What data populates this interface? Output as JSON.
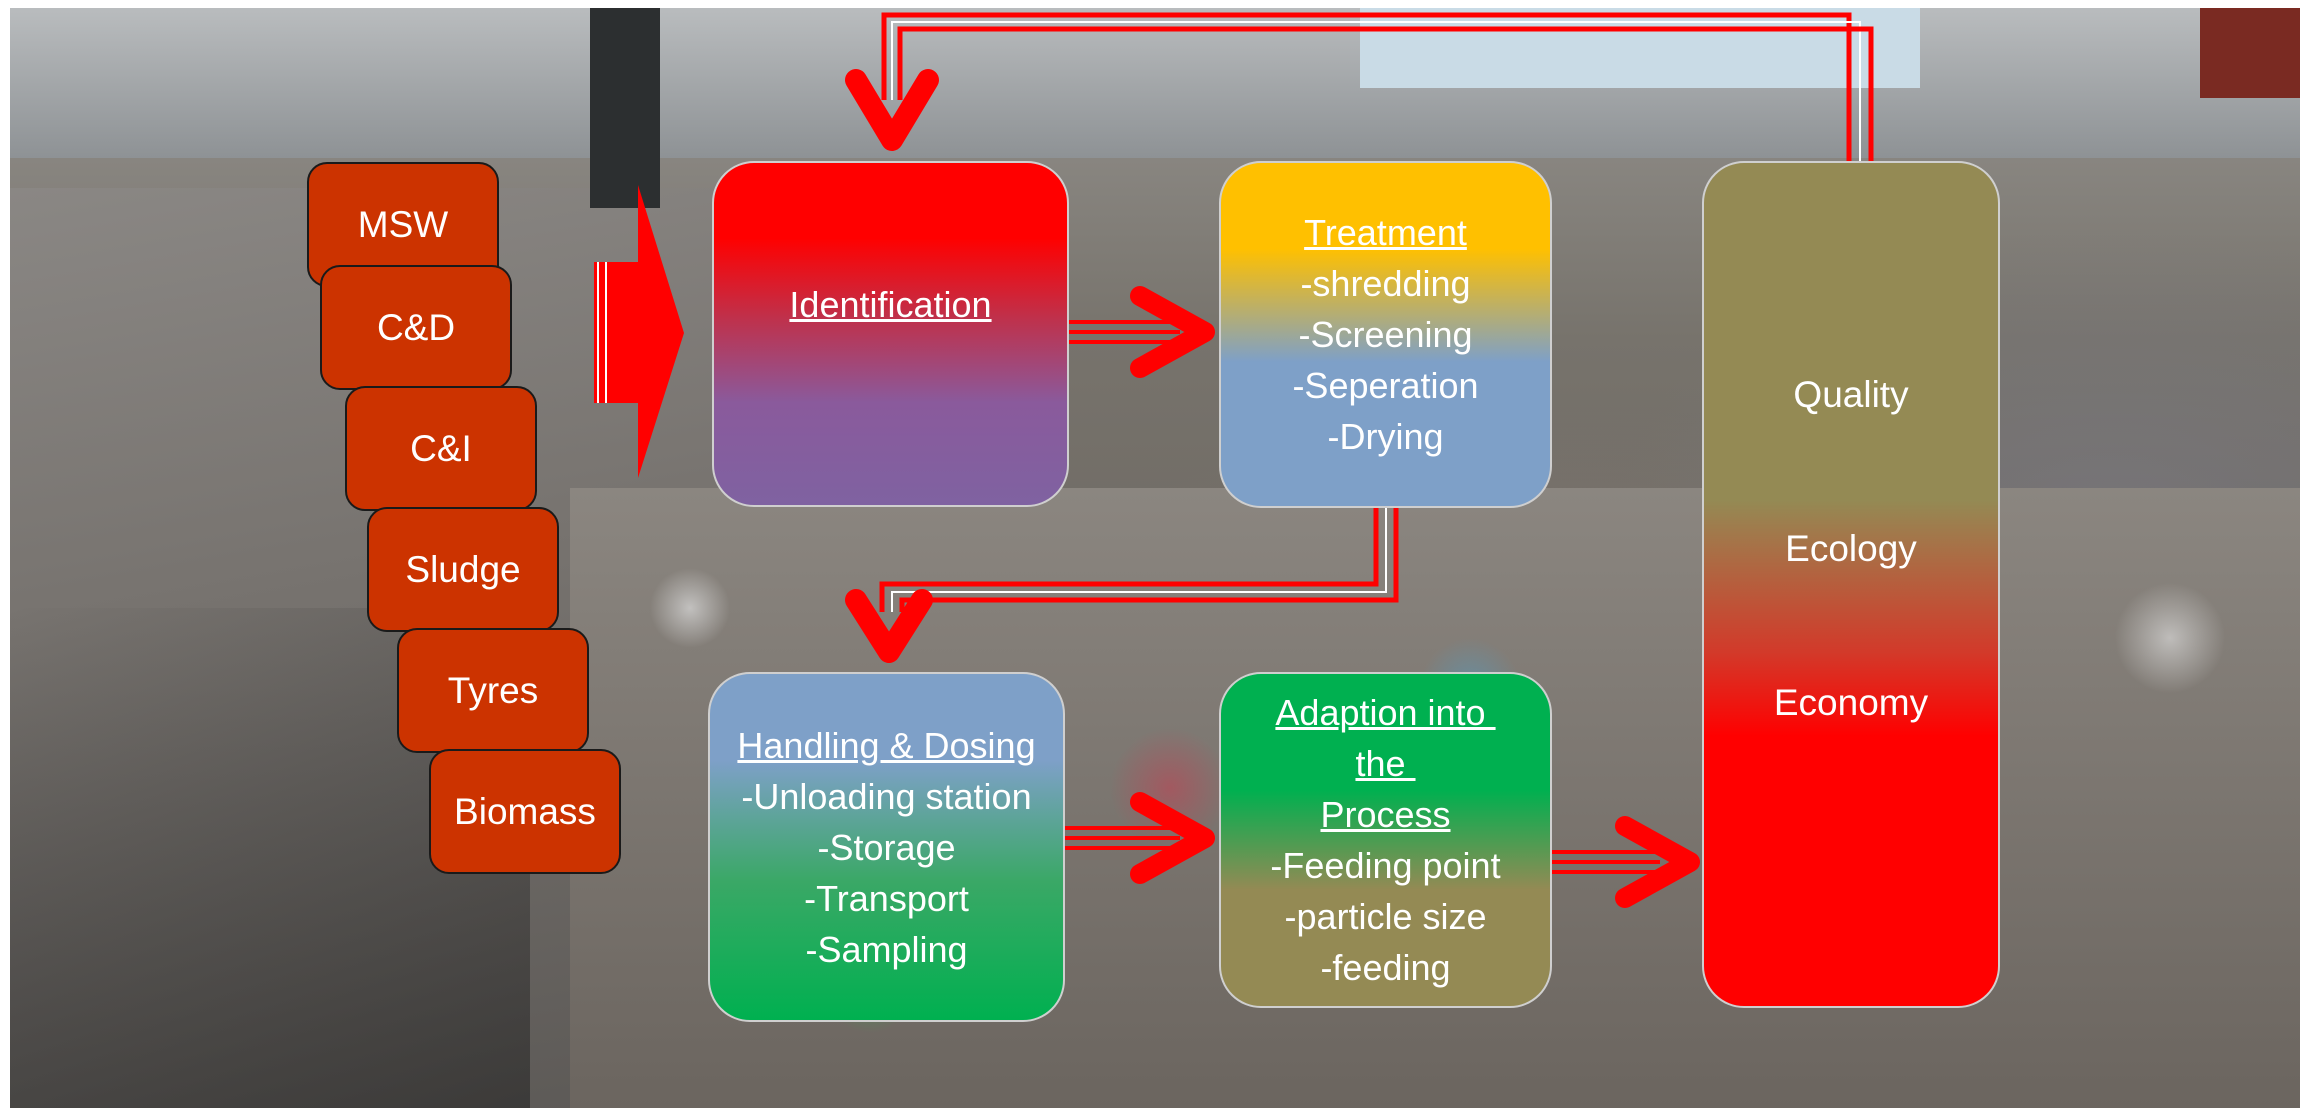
{
  "sources": [
    "MSW",
    "C&D",
    "C&I",
    "Sludge",
    "Tyres",
    "Biomass"
  ],
  "identification": {
    "title": "Identification"
  },
  "treatment": {
    "title": "Treatment",
    "items": [
      "-shredding",
      "-Screening",
      "-Seperation",
      "-Drying"
    ]
  },
  "handling": {
    "title": "Handling & Dosing",
    "items": [
      "-Unloading station",
      "-Storage",
      "-Transport",
      "-Sampling"
    ]
  },
  "adaption": {
    "title_lines": [
      "Adaption into ",
      "the ",
      "Process"
    ],
    "items": [
      "-Feeding point",
      "-particle size",
      "-feeding"
    ]
  },
  "outcomes": {
    "items": [
      "Quality",
      "Ecology",
      "Economy"
    ]
  },
  "colors": {
    "source_box": "#cc3300",
    "arrow": "#ff0000",
    "treatment_top": "#ffc000",
    "green": "#00b050",
    "olive": "#948a54",
    "purple": "#7f62a1",
    "blue": "#7ea0c8"
  }
}
